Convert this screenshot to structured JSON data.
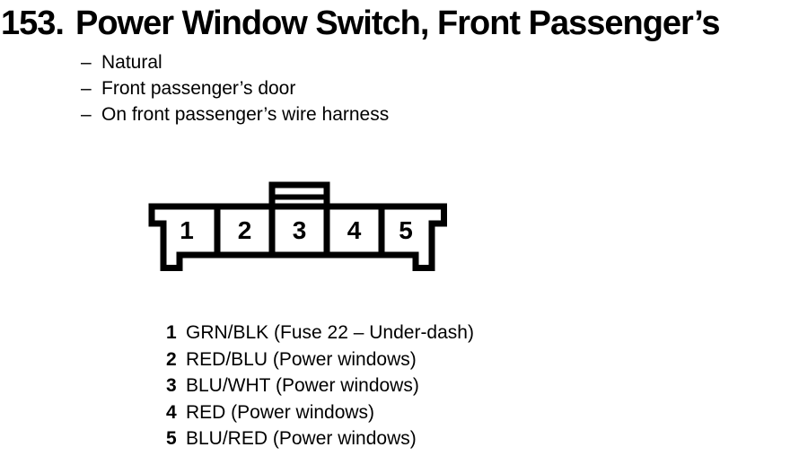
{
  "page": {
    "heading_number": "153.",
    "heading_title": "Power Window Switch, Front Passenger’s"
  },
  "notes": {
    "bullet_char": "–",
    "items": [
      "Natural",
      "Front passenger’s door",
      "On front passenger’s wire harness"
    ]
  },
  "connector": {
    "description": "5-cavity connector, front view, lock tab on top",
    "pins": [
      "1",
      "2",
      "3",
      "4",
      "5"
    ]
  },
  "pin_list": [
    {
      "num": "1",
      "desc": "GRN/BLK (Fuse 22 – Under-dash)"
    },
    {
      "num": "2",
      "desc": "RED/BLU (Power windows)"
    },
    {
      "num": "3",
      "desc": "BLU/WHT (Power windows)"
    },
    {
      "num": "4",
      "desc": "RED (Power windows)"
    },
    {
      "num": "5",
      "desc": "BLU/RED (Power windows)"
    }
  ],
  "colors": {
    "ink": "#000000",
    "paper": "#ffffff"
  }
}
